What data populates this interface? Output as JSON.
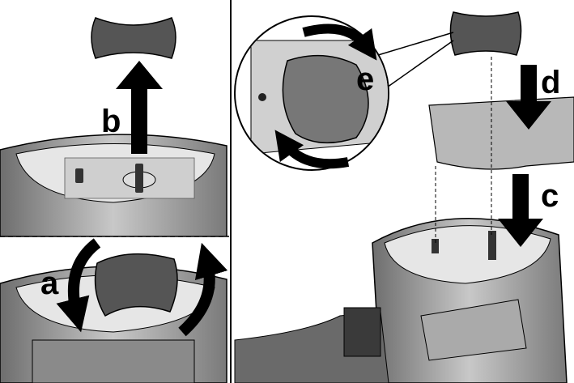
{
  "labels": {
    "a": "a",
    "b": "b",
    "c": "c",
    "d": "d",
    "e": "e"
  },
  "colors": {
    "body": "#9a9a9a",
    "dark": "#4a4a4a",
    "light": "#d8d8d8",
    "plate": "#b8b8b8",
    "line": "#000000"
  }
}
